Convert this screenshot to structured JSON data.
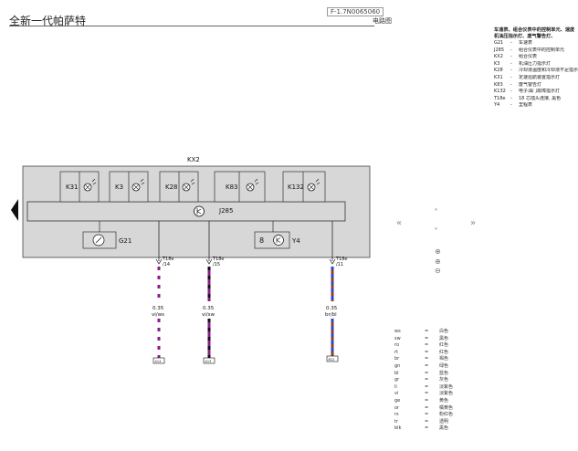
{
  "header": {
    "title": "全新一代帕萨特",
    "top_code": "F-1.7N0065060",
    "map_label": "电路图"
  },
  "legend": {
    "heading": "车速表、组合仪表中的控制单元、速度机油压指示灯、废气警告灯、",
    "items": [
      {
        "code": "G21",
        "desc": "车速表"
      },
      {
        "code": "J285",
        "desc": "组合仪表中的控制单元"
      },
      {
        "code": "KX2",
        "desc": "组合仪表"
      },
      {
        "code": "K3",
        "desc": "机油压力指示灯"
      },
      {
        "code": "K28",
        "desc": "冷却液温度和冷却液不足指示灯"
      },
      {
        "code": "K31",
        "desc": "定速巡航装置指示灯"
      },
      {
        "code": "K83",
        "desc": "废气警告灯"
      },
      {
        "code": "K132",
        "desc": "电子油门故障指示灯"
      },
      {
        "code": "T18e",
        "desc": "18 芯插头连接, 黑色"
      },
      {
        "code": "Y4",
        "desc": "里程表"
      }
    ]
  },
  "diagram": {
    "module_label": "KX2",
    "cu_label": "J285",
    "lamps": [
      "K31",
      "K3",
      "K28",
      "K83",
      "K132"
    ],
    "gauges": [
      "G21",
      "Y4"
    ],
    "connectors": [
      {
        "name": "T18e",
        "pin": "/14",
        "cross": "0.35",
        "color": "vi/ws",
        "ref": "A14"
      },
      {
        "name": "T18e",
        "pin": "/15",
        "cross": "0.35",
        "color": "vi/sw",
        "ref": "A13"
      },
      {
        "name": "T18e",
        "pin": "/11",
        "cross": "0.35",
        "color": "br/bl",
        "ref": "B12"
      }
    ]
  },
  "nav": {
    "left": "«",
    "right": "»",
    "up": "˄",
    "down": "˅",
    "zoom_in": "⊕",
    "zoom_reset": "⊕",
    "zoom_out": "⊖"
  },
  "colors_legend": [
    {
      "code": "ws",
      "eq": "=",
      "name": "白色"
    },
    {
      "code": "sw",
      "eq": "=",
      "name": "黑色"
    },
    {
      "code": "ro",
      "eq": "=",
      "name": "红色"
    },
    {
      "code": "rt",
      "eq": "=",
      "name": "红色"
    },
    {
      "code": "br",
      "eq": "=",
      "name": "褐色"
    },
    {
      "code": "gn",
      "eq": "=",
      "name": "绿色"
    },
    {
      "code": "bl",
      "eq": "=",
      "name": "蓝色"
    },
    {
      "code": "gr",
      "eq": "=",
      "name": "灰色"
    },
    {
      "code": "li",
      "eq": "=",
      "name": "淡紫色"
    },
    {
      "code": "vi",
      "eq": "=",
      "name": "淡紫色"
    },
    {
      "code": "ge",
      "eq": "=",
      "name": "黄色"
    },
    {
      "code": "or",
      "eq": "=",
      "name": "橘黄色"
    },
    {
      "code": "rs",
      "eq": "=",
      "name": "粉红色"
    },
    {
      "code": "tr",
      "eq": "=",
      "name": "透明"
    },
    {
      "code": "blk",
      "eq": "=",
      "name": "黑色"
    }
  ]
}
